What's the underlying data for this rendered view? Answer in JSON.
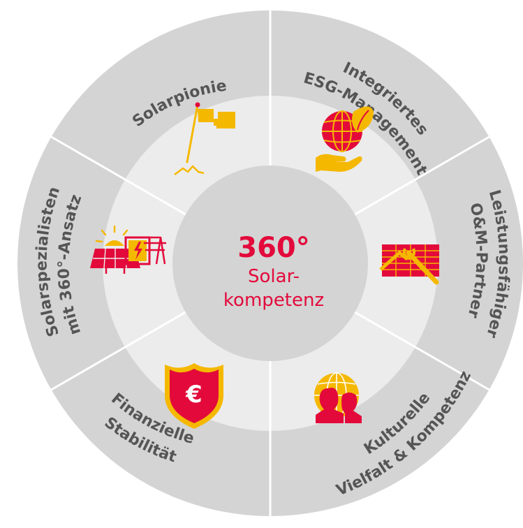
{
  "colors": {
    "outer_ring": "#d4d4d4",
    "inner_ring": "#ececec",
    "center": "#d4d4d4",
    "divider": "#ffffff",
    "accent_red": "#e30a3b",
    "accent_yellow": "#f5b800",
    "label_text": "#555555"
  },
  "center": {
    "value": "360°",
    "line1": "Solar-",
    "line2": "kompetenz"
  },
  "segments": [
    {
      "id": "solarpionier",
      "lines": [
        "Solarpionier"
      ],
      "icon": "flag-icon"
    },
    {
      "id": "esg",
      "lines": [
        "Integriertes",
        "ESG-Management"
      ],
      "icon": "globe-leaf-hand-icon"
    },
    {
      "id": "om",
      "lines": [
        "Leistungsfähiger",
        "O&M-Partner"
      ],
      "icon": "solar-panel-wrench-icon"
    },
    {
      "id": "kulturelle",
      "lines": [
        "Kulturelle",
        "Vielfalt & Kompetenz"
      ],
      "icon": "globe-people-icon"
    },
    {
      "id": "finanzielle",
      "lines": [
        "Finanzielle",
        "Stabilität"
      ],
      "icon": "euro-shield-icon"
    },
    {
      "id": "solarspezialisten",
      "lines": [
        "Solarspezialisten",
        "mit 360°-Ansatz"
      ],
      "icon": "solar-plant-icon"
    }
  ]
}
